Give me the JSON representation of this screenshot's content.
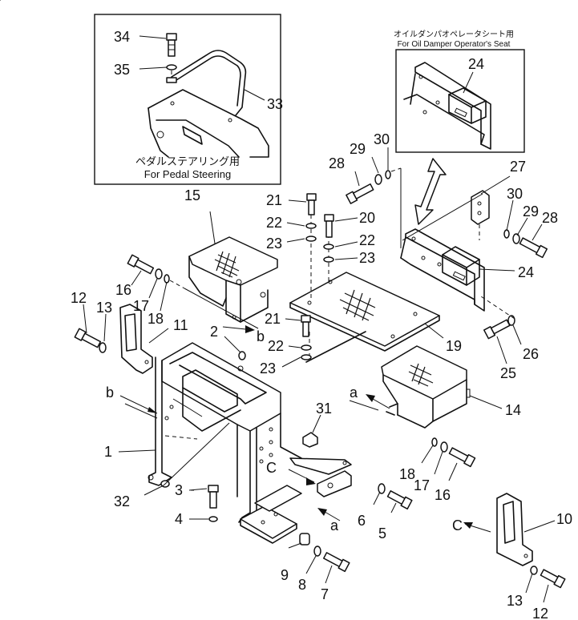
{
  "callouts": [
    "1",
    "2",
    "3",
    "4",
    "5",
    "6",
    "7",
    "8",
    "9",
    "10",
    "11",
    "12",
    "13",
    "14",
    "15",
    "16",
    "17",
    "18",
    "19",
    "20",
    "21",
    "22",
    "23",
    "24",
    "25",
    "26",
    "27",
    "28",
    "29",
    "30",
    "31",
    "32",
    "33",
    "34",
    "35"
  ],
  "inset_pedal": {
    "caption_jp": "ペダルステアリング用",
    "caption_en": "For Pedal Steering"
  },
  "inset_oil_damper": {
    "caption_jp": "オイルダンパオペレータシート用",
    "caption_en": "For Oil Damper Operator's Seat"
  },
  "view_refs": {
    "a": "a",
    "b": "b",
    "c": "C"
  }
}
